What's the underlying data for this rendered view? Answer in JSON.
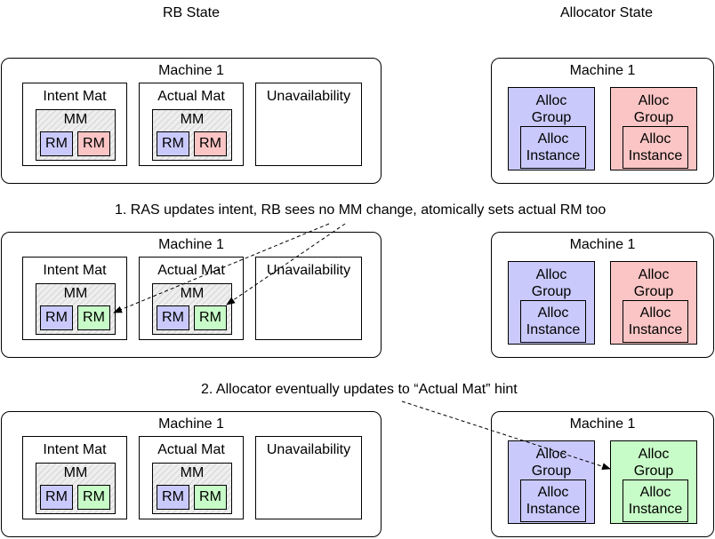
{
  "headers": {
    "rb_state": "RB State",
    "allocator_state": "Allocator State"
  },
  "steps": [
    "1. RAS updates intent, RB sees no MM change, atomically sets actual RM too",
    "2. Allocator eventually updates to “Actual Mat” hint"
  ],
  "labels": {
    "machine": "Machine 1",
    "intent_mat": "Intent Mat",
    "actual_mat": "Actual Mat",
    "unavailability": "Unavailability",
    "mm": "MM",
    "rm": "RM",
    "alloc_group": "Alloc\nGroup",
    "alloc_instance": "Alloc\nInstance"
  },
  "colors": {
    "blue": "#c9c9fb",
    "red": "#fbc5c5",
    "green": "#c7fbc7",
    "arrow": "#000000"
  },
  "rows": [
    {
      "intent_rm2_color": "red",
      "actual_rm2_color": "red",
      "alloc_group2_color": "red"
    },
    {
      "intent_rm2_color": "green",
      "actual_rm2_color": "green",
      "alloc_group2_color": "red"
    },
    {
      "intent_rm2_color": "green",
      "actual_rm2_color": "green",
      "alloc_group2_color": "green"
    }
  ]
}
